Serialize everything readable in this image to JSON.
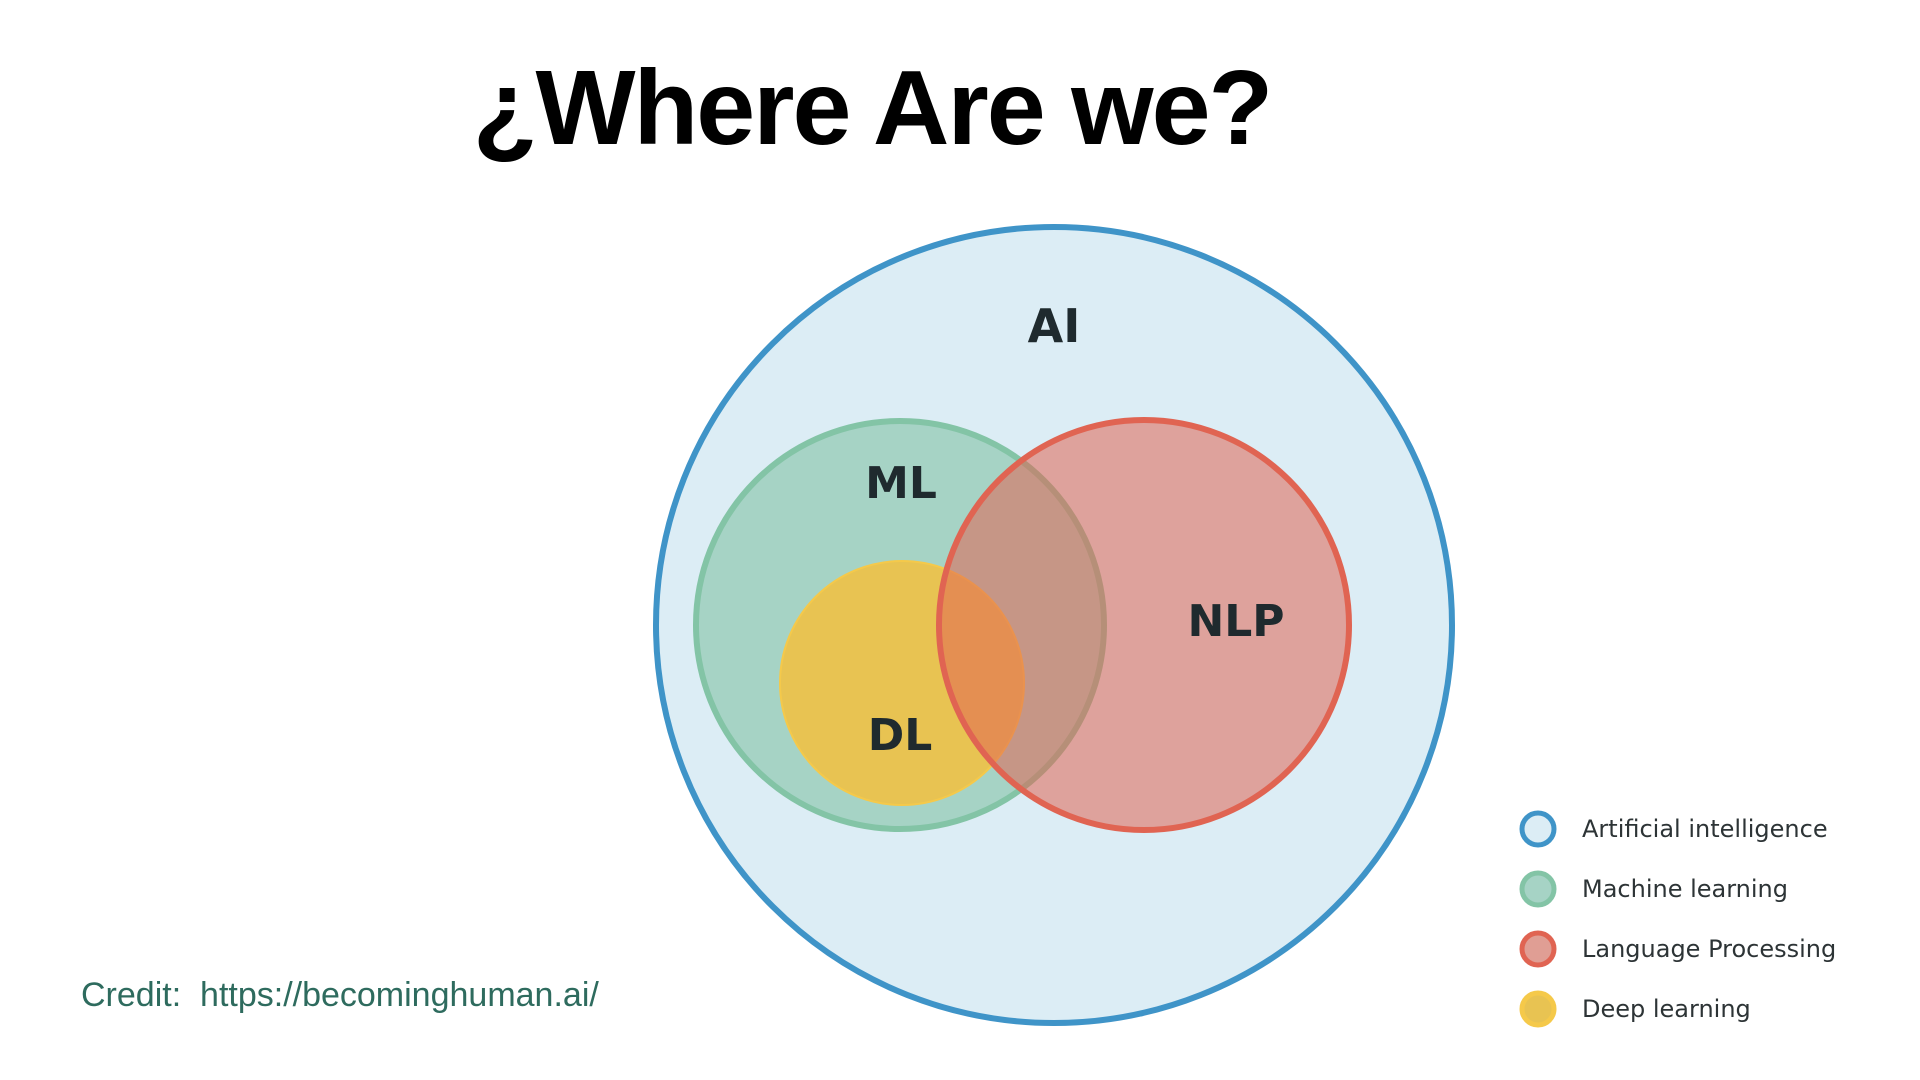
{
  "slide": {
    "title": "¿Where Are we?",
    "credit": "Credit:  https://becominghuman.ai/"
  },
  "venn": {
    "sets": [
      {
        "id": "ai",
        "label": "AI",
        "legend": "Artificial intelligence",
        "fill": "#dcedf5",
        "stroke": "#3f94c8"
      },
      {
        "id": "ml",
        "label": "ML",
        "legend": "Machine learning",
        "fill": "#a6d3c5",
        "stroke": "#83c4a6"
      },
      {
        "id": "nlp",
        "label": "NLP",
        "legend": "Language Processing",
        "fill": "#e09e94",
        "stroke": "#e06452"
      },
      {
        "id": "dl",
        "label": "DL",
        "legend": "Deep learning",
        "fill": "#e8c352",
        "stroke": "#f5c94a"
      }
    ]
  },
  "colors": {
    "background": "#ffffff",
    "title": "#000000",
    "credit": "#2e6b5e",
    "label": "#1f2a2e"
  }
}
